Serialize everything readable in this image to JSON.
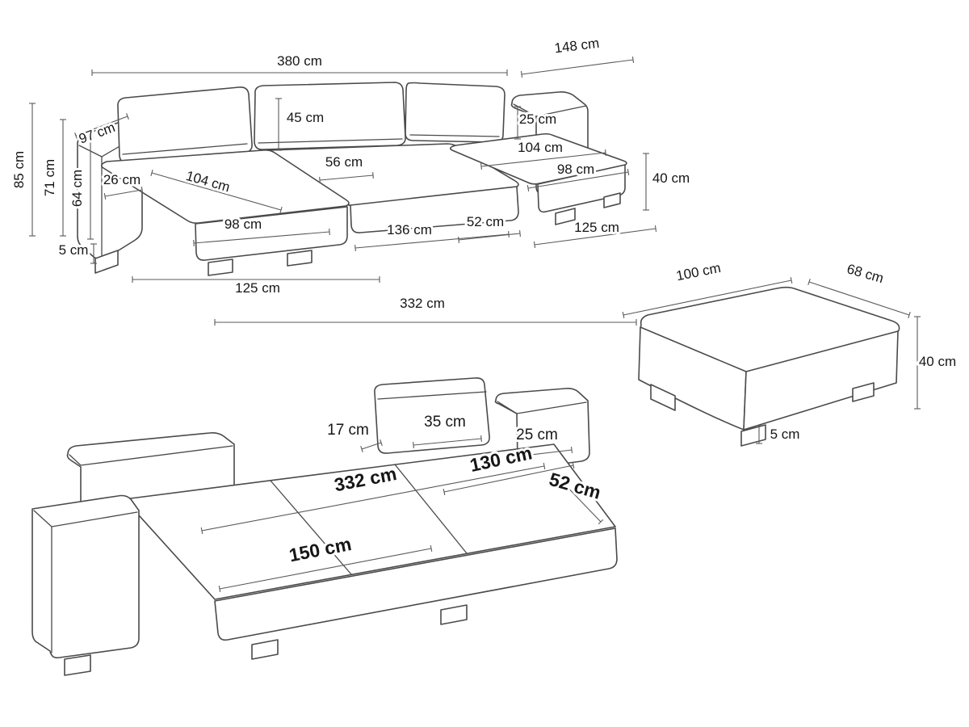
{
  "colors": {
    "background": "#ffffff",
    "drawing_line": "#4a4a4a",
    "dimension_line": "#5a5a5a",
    "label_text": "#161616"
  },
  "sofa_top_view": {
    "description": "U-shaped corner sofa, assembled view with dimensions",
    "labels": {
      "overall_width": "380 cm",
      "chaise_overall_depth": "148 cm",
      "back_cushion_height": "45 cm",
      "right_armrest_width": "25 cm",
      "right_chaise_seat_length": "104 cm",
      "right_chaise_seat_width": "98 cm",
      "seat_height": "40 cm",
      "armrest_top_depth": "97 cm",
      "armrest_width": "26 cm",
      "armrest_height": "64 cm",
      "back_height": "71 cm",
      "overall_height": "85 cm",
      "left_chaise_seat_length": "104 cm",
      "middle_seat_depth": "56 cm",
      "left_chaise_seat_width": "98 cm",
      "middle_seat_width": "136 cm",
      "corner_seat_width": "52 cm",
      "right_chaise_length": "125 cm",
      "leg_height": "5 cm",
      "left_chaise_length": "125 cm",
      "overall_depth": "332 cm"
    }
  },
  "ottoman_view": {
    "description": "Ottoman / pouf with dimensions",
    "labels": {
      "length": "100 cm",
      "depth": "68 cm",
      "height": "40 cm",
      "leg_height": "5 cm"
    }
  },
  "sofa_bed_view": {
    "description": "Sofa unfolded into bed position with dimensions",
    "labels": {
      "back_cushion_thickness": "17 cm",
      "back_cushion_height": "35 cm",
      "armrest_width": "25 cm",
      "bed_extension_width": "130 cm",
      "bed_length": "332 cm",
      "corner_width": "52 cm",
      "bed_width": "150 cm"
    }
  }
}
